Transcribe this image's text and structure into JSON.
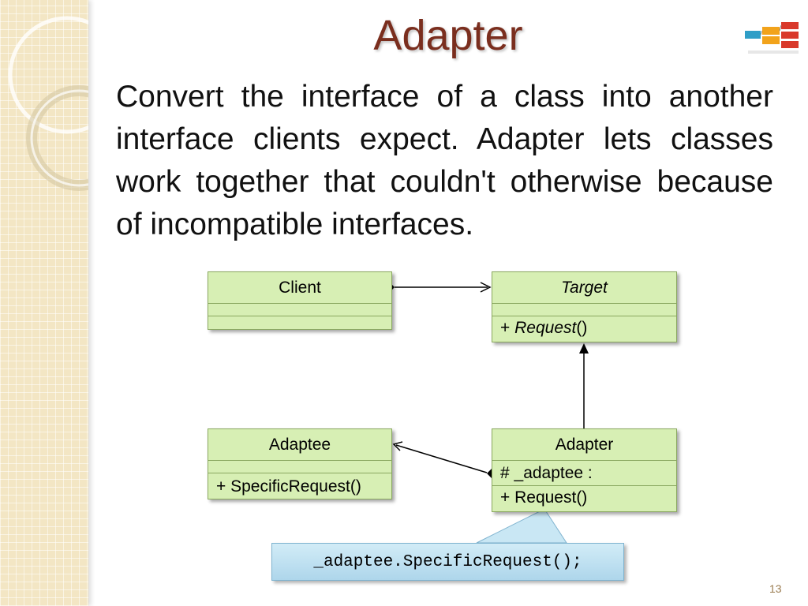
{
  "slide": {
    "title": "Adapter",
    "body": "Convert the interface of a class into another interface clients expect. Adapter lets classes work together that couldn't otherwise because of incompatible interfaces.",
    "page_number": "13"
  },
  "diagram": {
    "client": {
      "name": "Client"
    },
    "target": {
      "name": "Target",
      "method_prefix": "+ ",
      "method_name": "Request",
      "method_suffix": "()"
    },
    "adaptee": {
      "name": "Adaptee",
      "method": "+ SpecificRequest()"
    },
    "adapter": {
      "name": "Adapter",
      "field": "# _adaptee :",
      "method": "+ Request()"
    },
    "note": "_adaptee.SpecificRequest();"
  },
  "colors": {
    "title": "#7a2e1e",
    "class_fill": "#d7efb4",
    "note_fill": "#bfe1f1",
    "sidebar": "#f3e6c4"
  }
}
